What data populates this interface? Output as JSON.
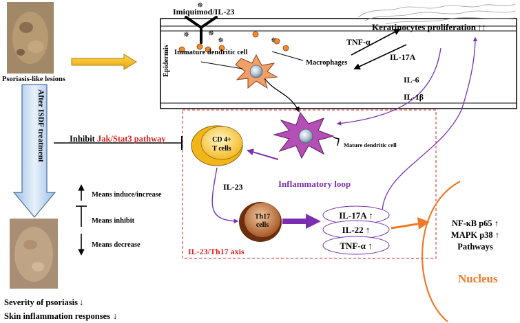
{
  "stimulus": "Imiquimod/IL-23",
  "epidermis_label": "Epidermis",
  "keratinocytes": "Keratinocytes proliferation",
  "keratinocytes_arrows": "↑↑",
  "tnf_top": "TNF-α",
  "il17a_top": "IL-17A",
  "immature_dc": "Immature dendritic cell",
  "macrophages": "Macrophages",
  "il6": "IL-6",
  "il1b": "IL-1β",
  "psoriasis_lesions": "Psoriasis-like lesions",
  "after_treatment": "After ISDF treatment",
  "inhibit_prefix": "Inhibit ",
  "inhibit_pathway": "Jak/Stat3 pathway",
  "cd4_line1": "CD 4+",
  "cd4_line2": "T cells",
  "mature_dc": "Mature dendritic cell",
  "il23_mid": "IL-23",
  "inflammatory_loop": "Inflammatory loop",
  "th17_line1": "Th17",
  "th17_line2": "cells",
  "cytokines": [
    "IL-17A ↑",
    "IL-22 ↑",
    "TNF-α ↑"
  ],
  "axis_label": "IL-23/Th17 axis",
  "nfkb": "NF-κB p65 ↑",
  "mapk": "MAPK p38 ↑",
  "pathways": "Pathways",
  "nucleus": "Nucleus",
  "legend": {
    "increase": "Means induce/increase",
    "inhibit": "Means inhibit",
    "decrease": "Means decrease"
  },
  "outcome1": "Severity of psoriasis",
  "outcome2": "Skin inflammation responses",
  "outcome_arrow": "↓",
  "colors": {
    "red": "#e0201c",
    "purple": "#7a2fb3",
    "orange": "#ee7a27",
    "gold": "#f2b619",
    "blue_arrow": "#c9def3"
  }
}
